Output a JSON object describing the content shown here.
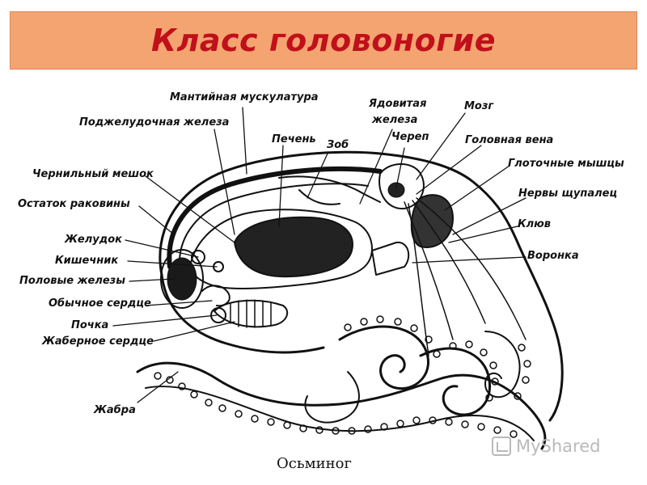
{
  "header": {
    "title": "Класс головоногие"
  },
  "labels": {
    "mantle_muscle": "Мантийная мускулатура",
    "pancreas": "Поджелудочная железа",
    "ink_sac": "Чернильный мешок",
    "shell_remnant": "Остаток раковины",
    "stomach": "Желудок",
    "intestine": "Кишечник",
    "gonads": "Половые железы",
    "heart": "Обычное сердце",
    "kidney": "Почка",
    "gill_heart": "Жаберное сердце",
    "gill": "Жабра",
    "liver": "Печень",
    "crop": "Зоб",
    "venom_gland_1": "Ядовитая",
    "venom_gland_2": "железа",
    "skull": "Череп",
    "brain": "Мозг",
    "head_vein": "Головная вена",
    "pharynx_muscles": "Глоточные мышцы",
    "tentacle_nerves": "Нервы щупалец",
    "beak": "Клюв",
    "funnel": "Воронка"
  },
  "caption": "Осьминог",
  "watermark": "MyShared",
  "colors": {
    "title_bar": "#f4a470",
    "title_text": "#c0101b",
    "ink": "#111111"
  }
}
